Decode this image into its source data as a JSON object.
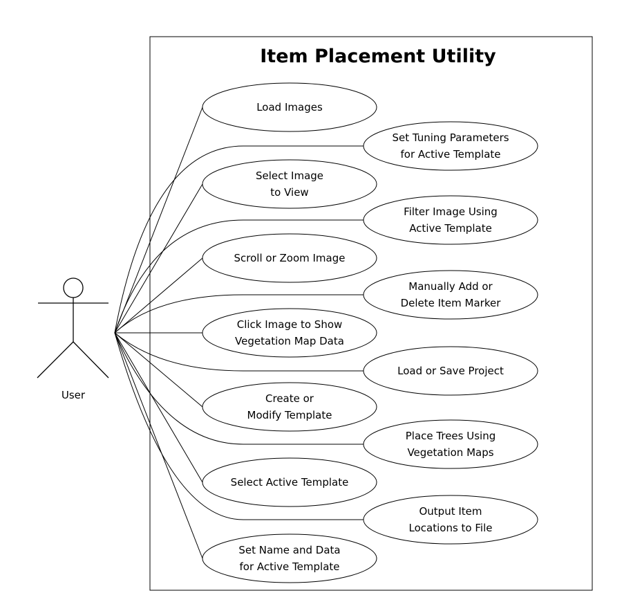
{
  "diagram": {
    "title": "Item Placement Utility",
    "actor": {
      "label": "User"
    },
    "use_cases": [
      {
        "id": "load-images",
        "lines": [
          "Load Images"
        ]
      },
      {
        "id": "set-tuning-parameters",
        "lines": [
          "Set Tuning Parameters",
          "for Active Template"
        ]
      },
      {
        "id": "select-image-to-view",
        "lines": [
          "Select Image",
          "to View"
        ]
      },
      {
        "id": "filter-image",
        "lines": [
          "Filter Image Using",
          "Active Template"
        ]
      },
      {
        "id": "scroll-zoom-image",
        "lines": [
          "Scroll or Zoom Image"
        ]
      },
      {
        "id": "add-delete-marker",
        "lines": [
          "Manually Add or",
          "Delete Item Marker"
        ]
      },
      {
        "id": "click-image-vegetation",
        "lines": [
          "Click Image to Show",
          "Vegetation Map Data"
        ]
      },
      {
        "id": "load-save-project",
        "lines": [
          "Load or Save Project"
        ]
      },
      {
        "id": "create-modify-template",
        "lines": [
          "Create or",
          "Modify Template"
        ]
      },
      {
        "id": "place-trees",
        "lines": [
          "Place Trees Using",
          "Vegetation Maps"
        ]
      },
      {
        "id": "select-active-template",
        "lines": [
          "Select Active Template"
        ]
      },
      {
        "id": "output-item-locations",
        "lines": [
          "Output Item",
          "Locations to File"
        ]
      },
      {
        "id": "set-name-data",
        "lines": [
          "Set Name and Data",
          "for Active Template"
        ]
      }
    ]
  }
}
